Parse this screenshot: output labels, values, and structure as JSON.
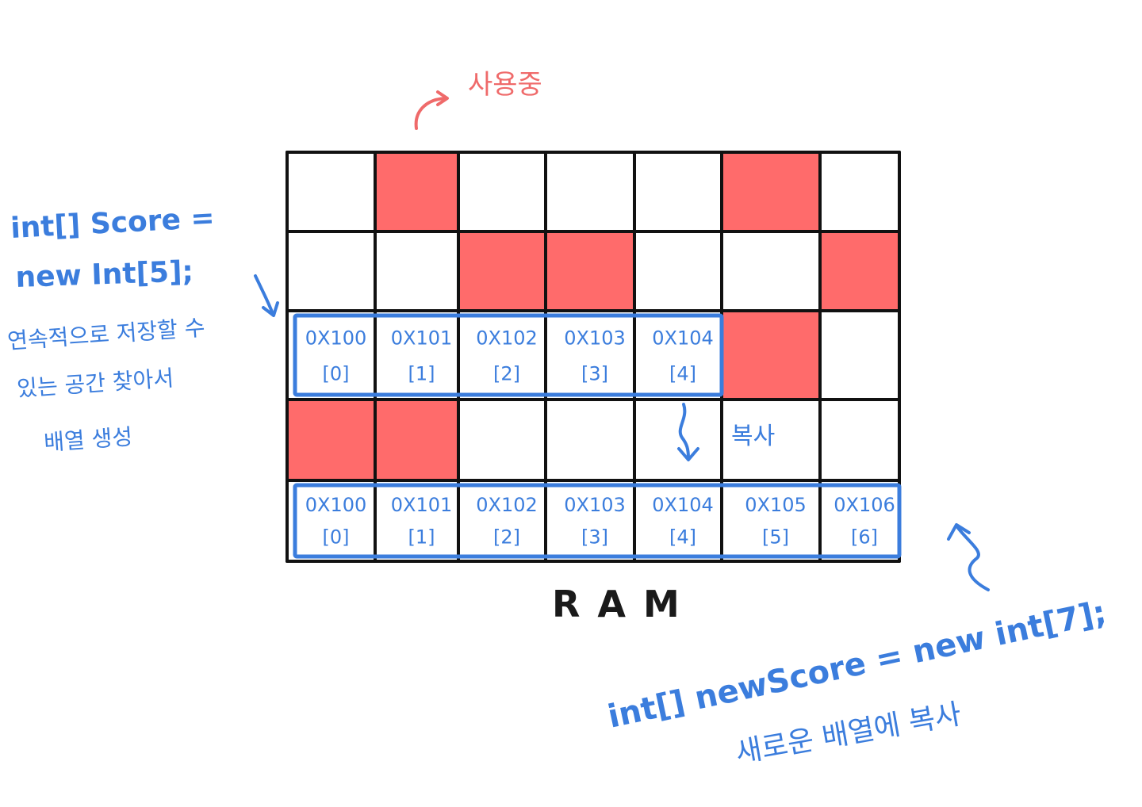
{
  "colors": {
    "used": "#ff6b6b",
    "grid": "#111111",
    "annotation": "#3b7ddd",
    "used_label": "#ef6a6a"
  },
  "grid": {
    "rows": 5,
    "cols": 7,
    "used_cells": [
      [
        0,
        1
      ],
      [
        0,
        5
      ],
      [
        1,
        2
      ],
      [
        1,
        3
      ],
      [
        1,
        6
      ],
      [
        2,
        5
      ],
      [
        3,
        0
      ],
      [
        3,
        1
      ]
    ]
  },
  "used_label": "사용중",
  "ram_label": "RAM",
  "copy_label": "복사",
  "first_array": {
    "code_line1": "int[] Score =",
    "code_line2": "new Int[5];",
    "desc_line1": "연속적으로 저장할 수",
    "desc_line2": "있는 공간 찾아서",
    "desc_line3": "배열 생성",
    "row": 2,
    "start_col": 0,
    "cells": [
      {
        "addr": "0X100",
        "index": "[0]"
      },
      {
        "addr": "0X101",
        "index": "[1]"
      },
      {
        "addr": "0X102",
        "index": "[2]"
      },
      {
        "addr": "0X103",
        "index": "[3]"
      },
      {
        "addr": "0X104",
        "index": "[4]"
      }
    ]
  },
  "second_array": {
    "code_line": "int[] newScore = new int[7];",
    "desc_line": "새로운 배열에 복사",
    "row": 4,
    "start_col": 0,
    "cells": [
      {
        "addr": "0X100",
        "index": "[0]"
      },
      {
        "addr": "0X101",
        "index": "[1]"
      },
      {
        "addr": "0X102",
        "index": "[2]"
      },
      {
        "addr": "0X103",
        "index": "[3]"
      },
      {
        "addr": "0X104",
        "index": "[4]"
      },
      {
        "addr": "0X105",
        "index": "[5]"
      },
      {
        "addr": "0X106",
        "index": "[6]"
      }
    ]
  }
}
